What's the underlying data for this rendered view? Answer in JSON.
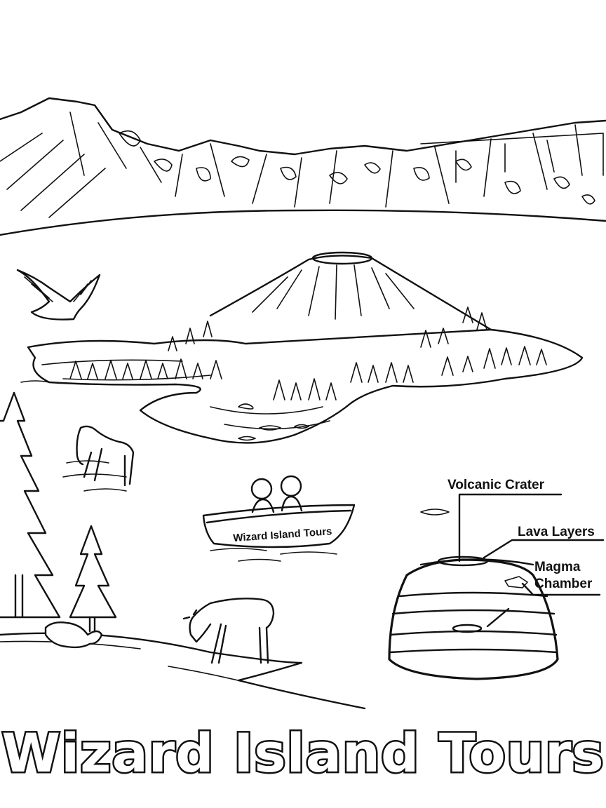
{
  "title": "Wizard Island Tours",
  "boat_label": "Wizard Island Tours",
  "diagram": {
    "crater_label": "Volcanic Crater",
    "lava_label": "Lava Layers",
    "magma_label_line1": "Magma",
    "magma_label_line2": "Chamber"
  },
  "icons": [
    "mountain-ridge",
    "volcano-island",
    "eagle",
    "pine-tree",
    "deer",
    "elk",
    "squirrel",
    "rowboat",
    "volcano-cross-section"
  ]
}
